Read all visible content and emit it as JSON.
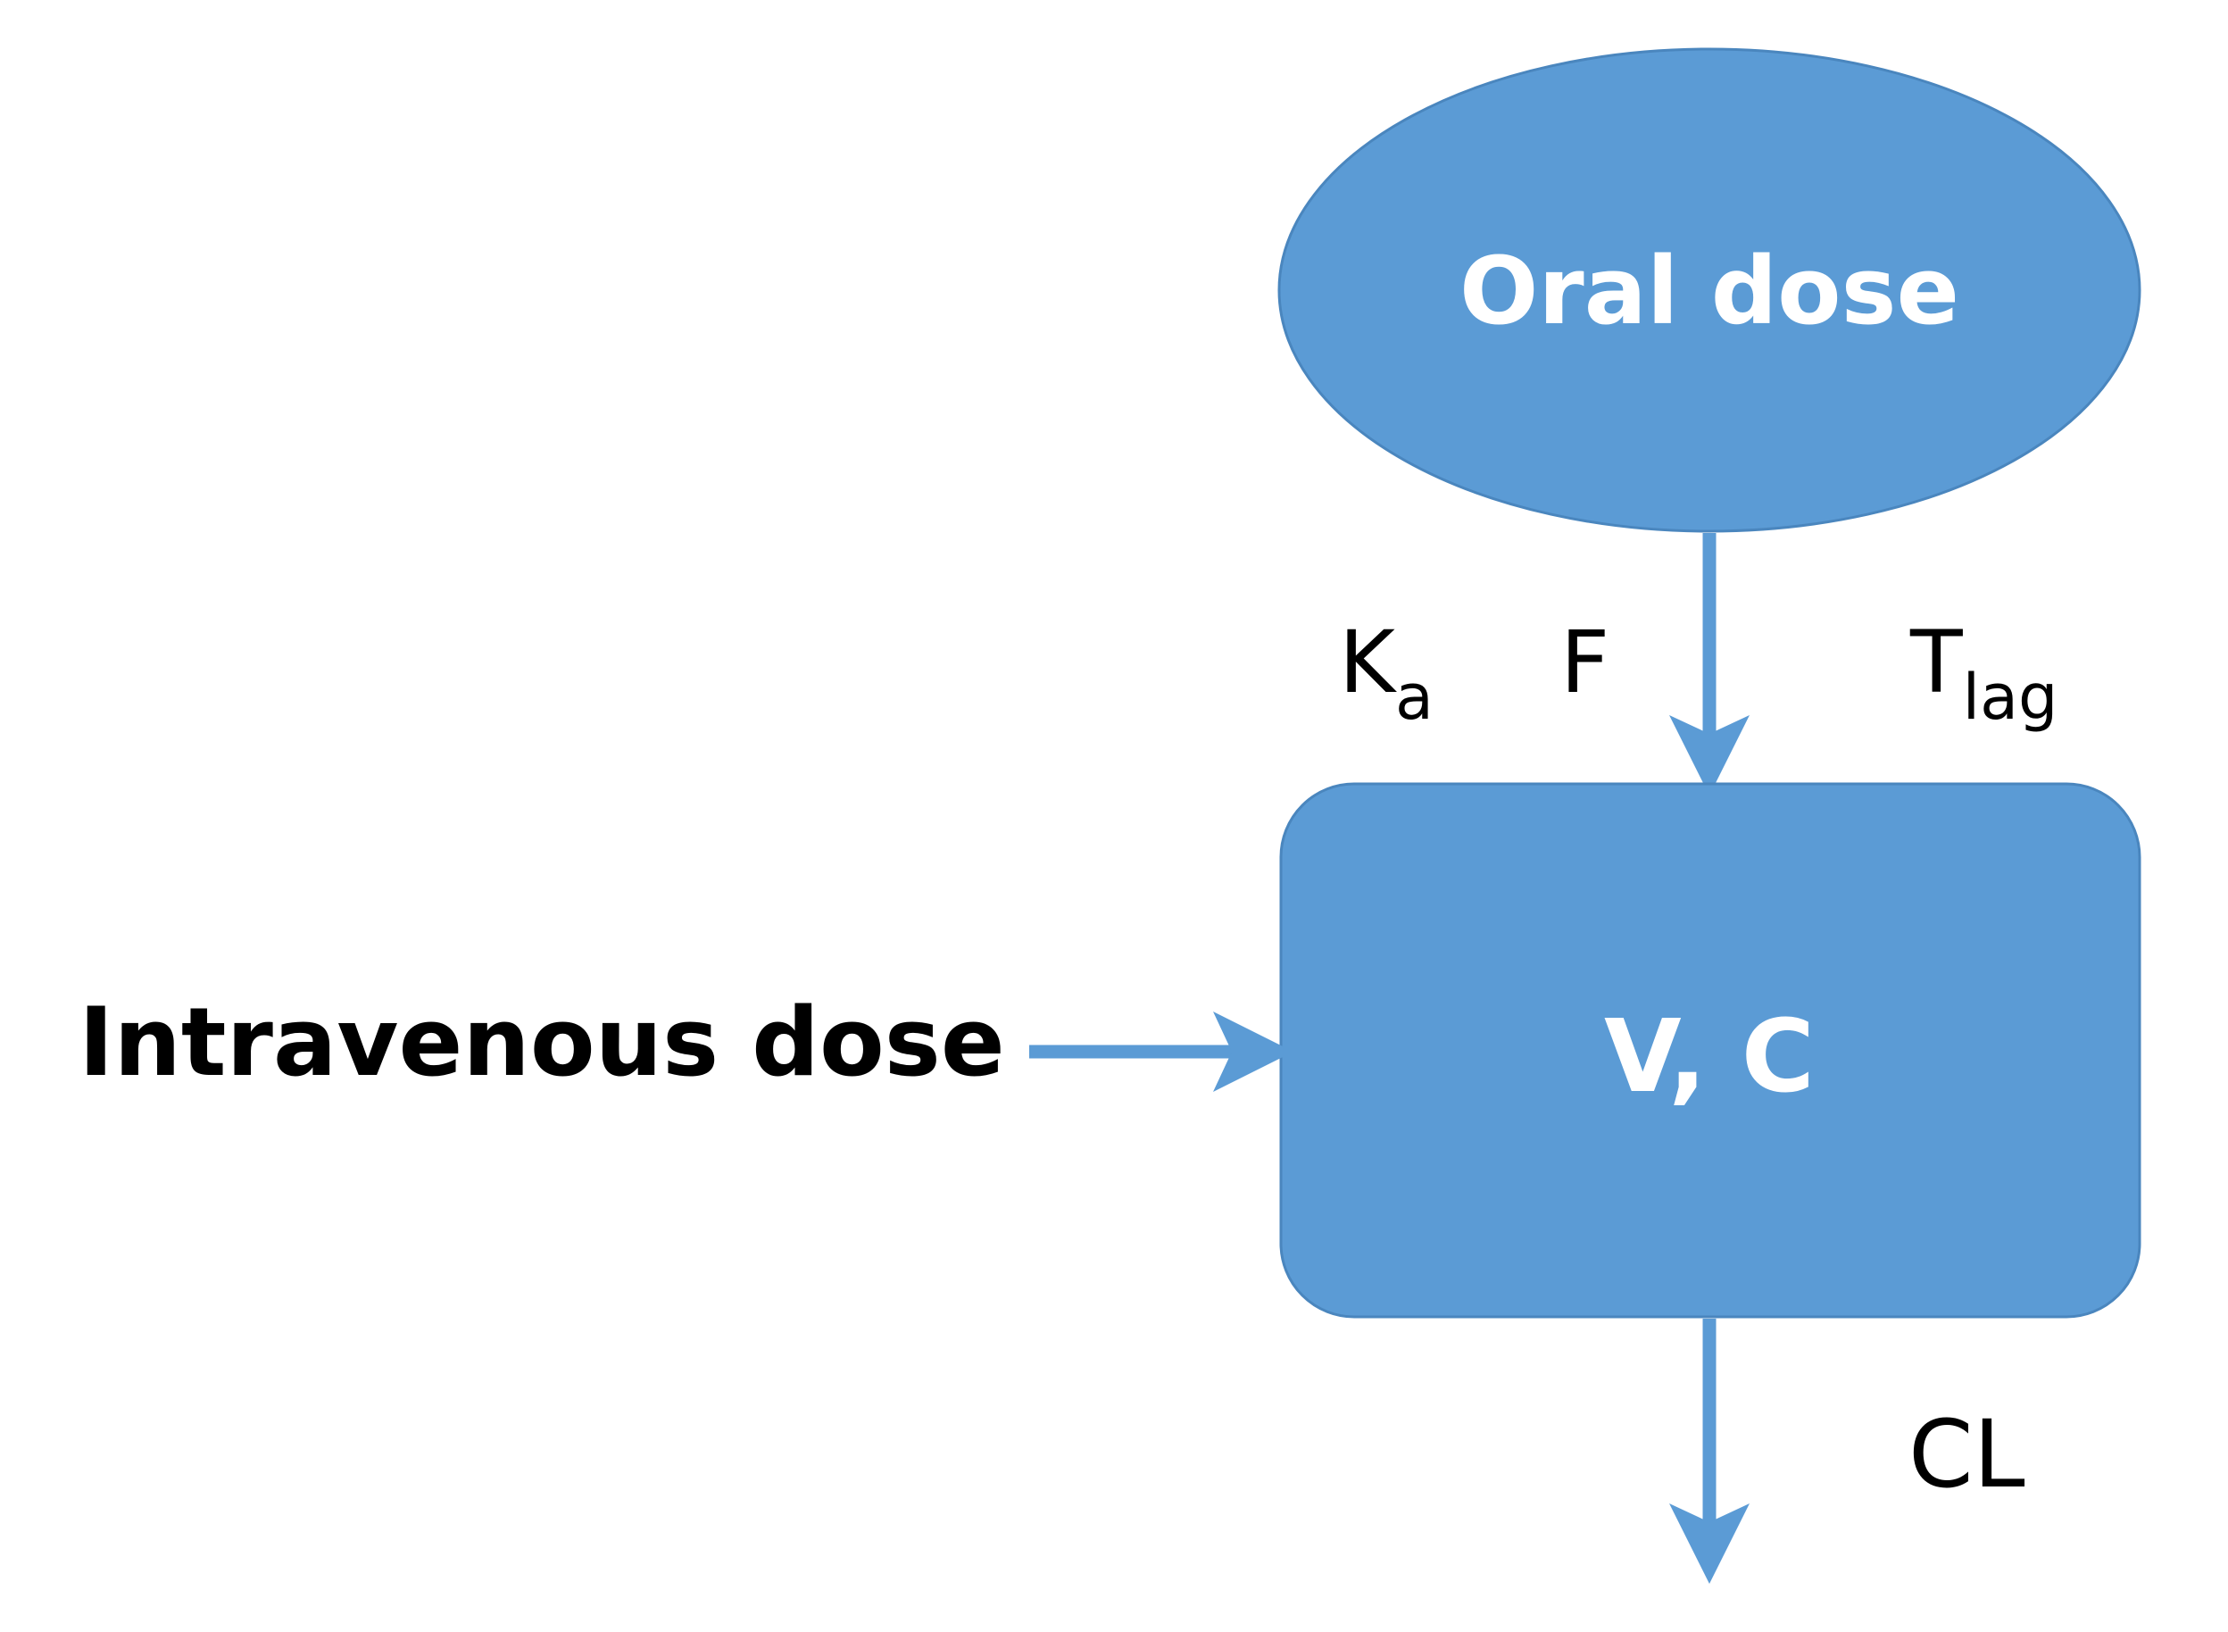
{
  "nodes": {
    "oral_dose": "Oral dose",
    "central": "V, C"
  },
  "inputs": {
    "iv_dose": "Intravenous dose"
  },
  "params": {
    "ka_main": "K",
    "ka_sub": "a",
    "f": "F",
    "tlag_main": "T",
    "tlag_sub": "lag",
    "cl": "CL"
  },
  "colors": {
    "node_fill": "#5B9BD5",
    "node_stroke": "#4A86BE",
    "arrow": "#5B9BD5",
    "node_text": "#FFFFFF",
    "label_text": "#000000"
  }
}
